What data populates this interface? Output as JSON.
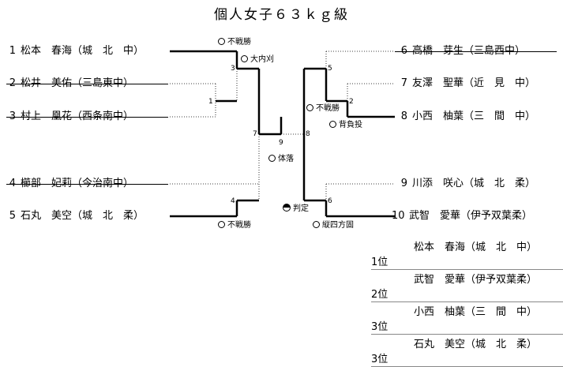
{
  "title": "個人女子６３ｋｇ級",
  "entries": [
    {
      "num": "1",
      "name": "松本　春海（城　北　中）"
    },
    {
      "num": "2",
      "name": "松井　美佑（三島東中）"
    },
    {
      "num": "3",
      "name": "村上　凰花（西条南中）"
    },
    {
      "num": "4",
      "name": "櫛部　妃莉（今治南中）"
    },
    {
      "num": "5",
      "name": "石丸　美空（城　北　柔）"
    },
    {
      "num": "6",
      "name": "高橋　芽生（三島西中）"
    },
    {
      "num": "7",
      "name": "友澤　聖華（近　見　中）"
    },
    {
      "num": "8",
      "name": "小西　柚葉（三　間　中）"
    },
    {
      "num": "9",
      "name": "川添　咲心（城　北　柔）"
    },
    {
      "num": "10",
      "name": "武智　愛華（伊予双葉柔）"
    }
  ],
  "matches": [
    "1",
    "2",
    "3",
    "4",
    "5",
    "6",
    "7",
    "8",
    "9"
  ],
  "win_methods": {
    "m3_top": "不戦勝",
    "m3": "大内刈",
    "m4": "不戦勝",
    "m2": "不戦勝",
    "m2_b": "背負投",
    "m7": "体落",
    "m8": "判定",
    "m6": "縦四方固"
  },
  "ranking": [
    {
      "label": "1位",
      "name": "松本　春海（城　北　中）"
    },
    {
      "label": "2位",
      "name": "武智　愛華（伊予双葉柔）"
    },
    {
      "label": "3位",
      "name": "小西　柚葉（三　間　中）"
    },
    {
      "label": "3位",
      "name": "石丸　美空（城　北　柔）"
    }
  ]
}
